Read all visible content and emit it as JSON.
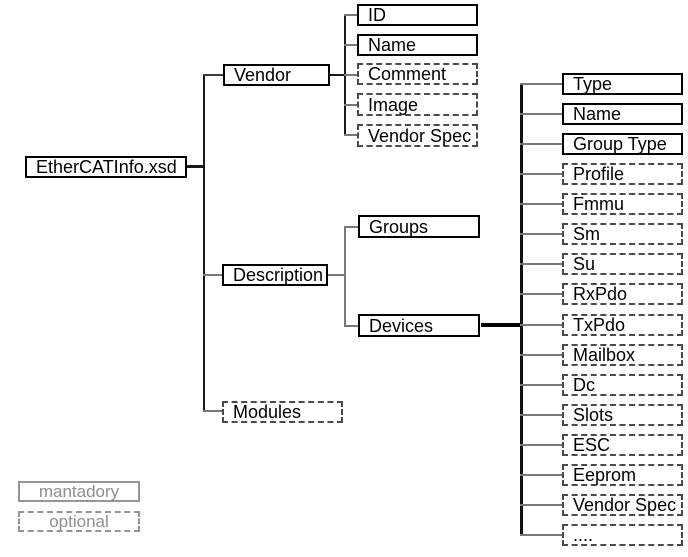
{
  "diagram": {
    "root": "EtherCATInfo.xsd",
    "level1": {
      "vendor": "Vendor",
      "description": "Description",
      "modules": "Modules"
    },
    "vendor_children": [
      "ID",
      "Name",
      "Comment",
      "Image",
      "Vendor Spec"
    ],
    "description_children": [
      "Groups",
      "Devices"
    ],
    "devices_children": [
      "Type",
      "Name",
      "Group Type",
      "Profile",
      "Fmmu",
      "Sm",
      "Su",
      "RxPdo",
      "TxPdo",
      "Mailbox",
      "Dc",
      "Slots",
      "ESC",
      "Eeprom",
      "Vendor Spec",
      "...."
    ],
    "legend": {
      "mandatory": "mantadory",
      "optional": "optional"
    },
    "colors": {
      "solid_border": "#000000",
      "dashed_border": "#4a4a4a",
      "trunk_line": "#1a1a1a",
      "stub_line": "#787878",
      "devices_line": "#000000",
      "legend_gray": "#969696"
    }
  }
}
